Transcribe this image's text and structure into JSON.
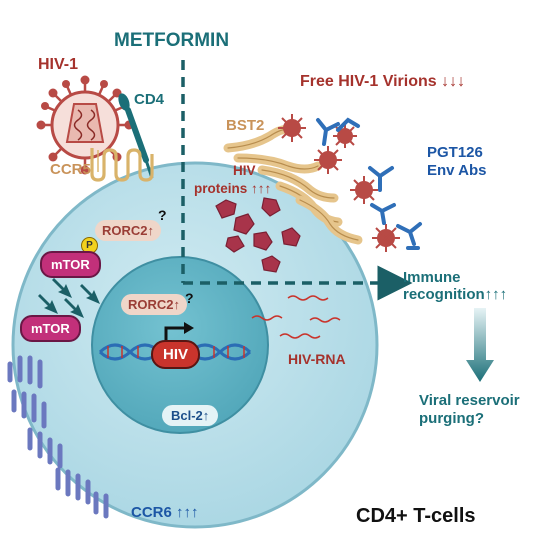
{
  "title": "METFORMIN",
  "labels": {
    "hiv1": "HIV-1",
    "cd4": "CD4",
    "ccr5": "CCR5",
    "free_virions": "Free HIV-1 Virions ↓↓↓",
    "bst2": "BST2",
    "hiv_proteins_line1": "HIV",
    "hiv_proteins_line2": "proteins ↑↑↑",
    "pgt126_line1": "PGT126",
    "pgt126_line2": "Env Abs",
    "rorc2_outer": "RORC2↑",
    "rorc2_outer_q": "?",
    "p_badge": "P",
    "mtor_top": "mTOR",
    "mtor_bottom": "mTOR",
    "rorc2_inner": "RORC2↑",
    "rorc2_inner_q": "?",
    "hiv_gene": "HIV",
    "hiv_rna": "HIV-RNA",
    "bcl2": "Bcl-2↑",
    "immune_line1": "Immune",
    "immune_line2": "recognition↑↑↑",
    "reservoir_line1": "Viral reservoir",
    "reservoir_line2": "purging?",
    "ccr6": "CCR6 ↑↑↑",
    "cell_type": "CD4+ T-cells"
  },
  "colors": {
    "cell_fill": "#b9e0ea",
    "cell_stroke": "#6fb0c2",
    "nucleus_fill": "#5fb3c4",
    "teal_text": "#1b6f78",
    "virion": "#b84a45",
    "protein": "#a8344a",
    "bst2": "#e6c58c",
    "antibody": "#2f6fb8",
    "receptor": "#7b86c6",
    "dna_blue": "#2b6db5",
    "dna_red": "#c9342c"
  },
  "icons": [
    "hiv-virion-icon",
    "cd4-receptor-icon",
    "ccr5-receptor-icon",
    "ccr6-receptor-icon",
    "bst2-tether-icon",
    "antibody-icon",
    "hiv-protein-icon",
    "dna-helix-icon",
    "transcription-arrow-icon",
    "rna-strand-icon"
  ]
}
